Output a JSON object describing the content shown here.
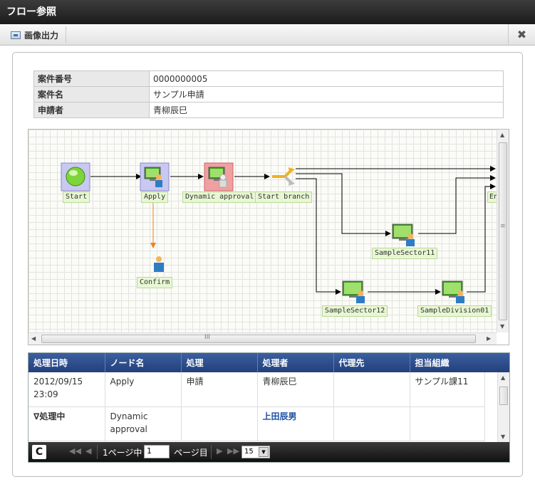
{
  "window": {
    "title": "フロー参照"
  },
  "toolbar": {
    "export_label": "画像出力",
    "close_symbol": "✖"
  },
  "info": {
    "rows": [
      {
        "label": "案件番号",
        "value": "0000000005"
      },
      {
        "label": "案件名",
        "value": "サンプル申請"
      },
      {
        "label": "申請者",
        "value": "青柳辰巳"
      }
    ]
  },
  "flow": {
    "nodes": {
      "start": "Start",
      "apply": "Apply",
      "confirm": "Confirm",
      "dynamic": "Dynamic approval",
      "branch": "Start branch",
      "sector11": "SampleSector11",
      "sector12": "SampleSector12",
      "division01": "SampleDivision01",
      "end": "En"
    },
    "hscroll_symbol": "III",
    "vscroll_symbol": "≡"
  },
  "history": {
    "columns": [
      "処理日時",
      "ノード名",
      "処理",
      "処理者",
      "代理先",
      "担当組織"
    ],
    "rows": [
      {
        "datetime": "2012/09/15\n23:09",
        "node": "Apply",
        "action": "申請",
        "user": "青柳辰巳",
        "proxy": "",
        "org": "サンプル課11"
      },
      {
        "datetime": "∇処理中",
        "node": "Dynamic\napproval",
        "action": "",
        "user": "上田辰男",
        "proxy": "",
        "org": ""
      }
    ]
  },
  "pager": {
    "refresh_symbol": "C",
    "first": "◀◀",
    "prev": "◀",
    "page_prefix": "1ページ中",
    "current_page": "1",
    "page_suffix": "ページ目",
    "next": "▶",
    "last": "▶▶",
    "per_page": "15"
  },
  "colors": {
    "header_blue": "#2c4a87",
    "link_blue": "#1d4fa3",
    "node_label_bg": "#e8f7d3",
    "orange_arrow": "#f08020"
  }
}
